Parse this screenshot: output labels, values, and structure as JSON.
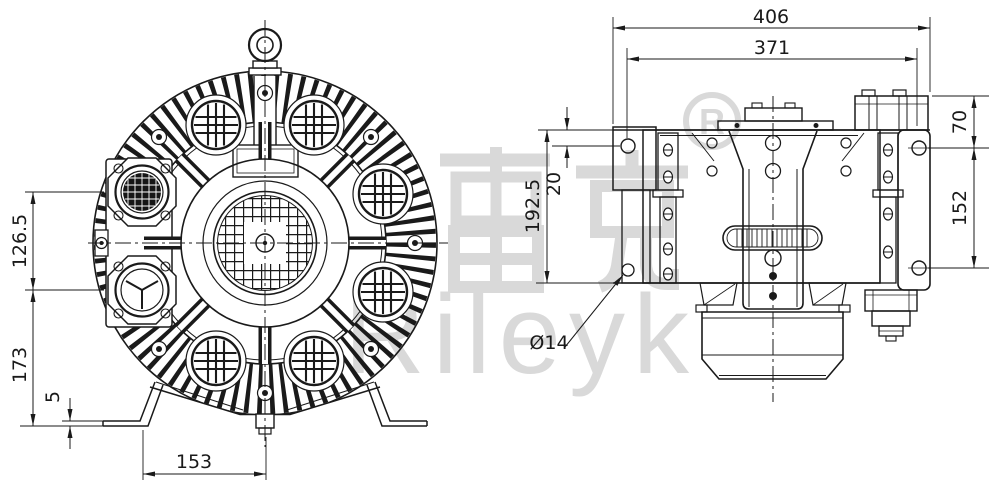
{
  "watermark": {
    "cn": "雷克",
    "en": "Rileyk",
    "registered_letter": "R"
  },
  "front_view": {
    "dimensions": {
      "port_spacing": "126.5",
      "port_to_foot": "173",
      "foot_plate_thickness": "5",
      "foot_to_center": "153"
    }
  },
  "side_view": {
    "dimensions": {
      "overall_width": "406",
      "mount_hole_span": "371",
      "hole_offset_top": "70",
      "hole_spacing": "152",
      "body_height": "192.5",
      "hole_from_top_edge": "20",
      "mount_hole_diameter": "Ø14"
    }
  }
}
